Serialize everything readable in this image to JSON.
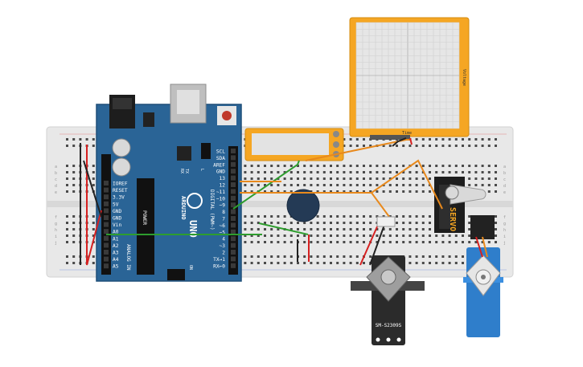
{
  "arduino": {
    "brand": "ARDUINO",
    "model": "UNO",
    "power_header_labels": [
      "IOREF",
      "RESET",
      "3.3V",
      "5V",
      "GND",
      "GND",
      "Vin"
    ],
    "power_section_label": "POWER",
    "analog_header_labels": [
      "A0",
      "A1",
      "A2",
      "A3",
      "A4",
      "A5"
    ],
    "analog_section_label": "ANALOG IN",
    "digital_header_labels": [
      "SCL",
      "SDA",
      "AREF",
      "GND",
      "13",
      "12",
      "~11",
      "~10",
      "~9",
      "8",
      "7",
      "~6",
      "~5",
      "4",
      "~3",
      "2",
      "TX→1",
      "RX←0"
    ],
    "digital_section_label": "DIGITAL (PWM~)",
    "tx_label": "TX",
    "rx_label": "RX",
    "l_label": "L",
    "on_label": "ON"
  },
  "oscilloscope": {
    "x_label": "Time",
    "y_label": "Voltage"
  },
  "servo_small": {
    "label": "SERVO"
  },
  "servo_large": {
    "model": "SM-S2309S"
  },
  "breadboard": {
    "row_letters_left": [
      "a",
      "b",
      "c",
      "d",
      "e",
      "f",
      "g",
      "h",
      "i",
      "j"
    ],
    "row_letters_right": [
      "a",
      "b",
      "c",
      "d",
      "e",
      "f",
      "g",
      "h",
      "i",
      "j"
    ]
  },
  "colors": {
    "arduino_blue": "#2a6496",
    "breadboard": "#e6e6e6",
    "oscilloscope_frame": "#f5a623",
    "wire_red": "#d62020",
    "wire_black": "#222222",
    "wire_green": "#2e9d2e",
    "wire_orange": "#e8891c",
    "servo_blue": "#2f7ecb",
    "servo_black": "#2b2b2b"
  }
}
